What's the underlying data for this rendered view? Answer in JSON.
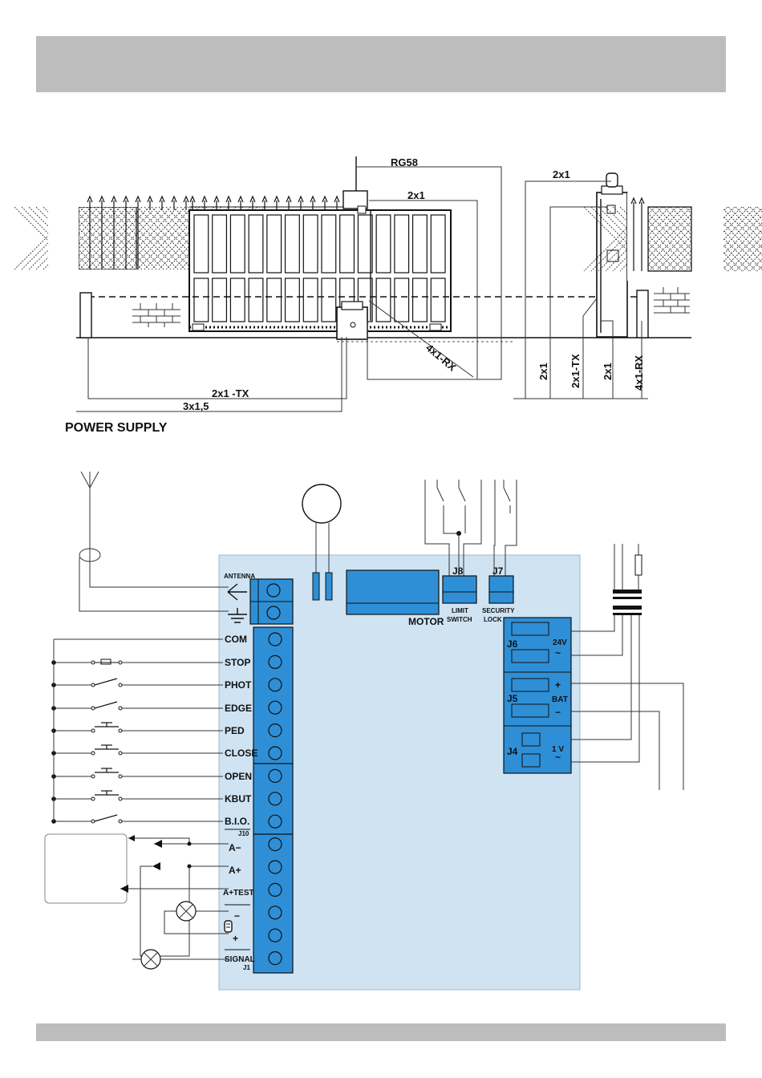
{
  "installation": {
    "cable_rg58": "RG58",
    "cable_lamp": "2x1",
    "cable_post_top": "2x1",
    "cable_tx_bottom": "2x1 -TX",
    "cable_power": "3x1,5",
    "cable_rx_diag": "4x1-RX",
    "vertical_cables": [
      "2x1",
      "2x1-TX",
      "2x1",
      "4x1-RX"
    ],
    "power_supply": "POWER SUPPLY"
  },
  "board": {
    "antenna_label": "ANTENNA",
    "motor_label": "MOTOR",
    "j8_label": "J8",
    "j7_label": "J7",
    "limit_label_1": "LIMIT",
    "limit_label_2": "SWITCH",
    "security_label_1": "SECURITY",
    "security_label_2": "LOCK",
    "terminals": [
      "COM",
      "STOP",
      "PHOT",
      "EDGE",
      "PED",
      "CLOSE",
      "OPEN",
      "KBUT",
      "B.I.O."
    ],
    "j10_label": "J10",
    "lower_terminals": [
      "A−",
      "A+",
      "A+TEST"
    ],
    "minus_sign": "−",
    "plus_sign": "+",
    "signal_label": "SIGNAL",
    "j1_label": "J1",
    "j6_label": "J6",
    "j6_value": "24V",
    "j5_label": "J5",
    "j5_value": "BAT",
    "j5_plus": "+",
    "j5_minus": "−",
    "j4_label": "J4",
    "j4_value": "1 V",
    "ac_symbol": "~"
  },
  "colors": {
    "header_gray": "#bdbdbd",
    "board_fill": "#cfe3f3",
    "terminal_blue": "#2e8fd6"
  }
}
